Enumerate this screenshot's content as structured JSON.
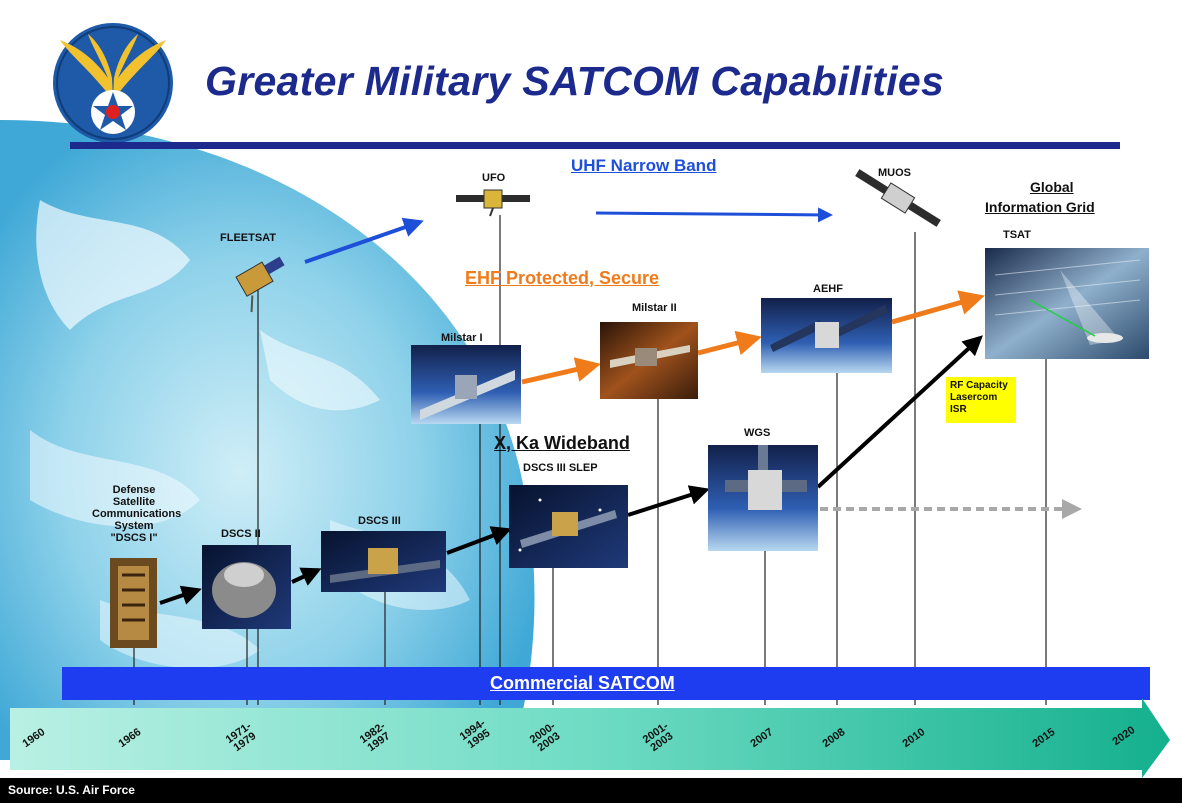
{
  "title": "Greater Military SATCOM Capabilities",
  "bands": {
    "uhf": "UHF Narrow Band",
    "ehf": "EHF Protected, Secure",
    "x_ka": "X, Ka Wideband",
    "commercial": "Commercial SATCOM",
    "gig_line1": "Global",
    "gig_line2": "Information Grid"
  },
  "satellites": {
    "ufo": "UFO",
    "fleetsat": "FLEETSAT",
    "muos": "MUOS",
    "tsat": "TSAT",
    "milstar1": "Milstar I",
    "milstar2": "Milstar II",
    "aehf": "AEHF",
    "dscs_slep": "DSCS III SLEP",
    "wgs": "WGS",
    "dscs1_line1": "Defense",
    "dscs1_line2": "Satellite",
    "dscs1_line3": "Communications",
    "dscs1_line4": "System",
    "dscs1_line5": "\"DSCS I\"",
    "dscs2": "DSCS II",
    "dscs3": "DSCS III"
  },
  "callout": {
    "line1": "RF Capacity",
    "line2": "Lasercom",
    "line3": "ISR"
  },
  "years": {
    "y1960": "1960",
    "y1966": "1966",
    "y1971": "1971-\n1979",
    "y1982": "1982-\n1997",
    "y1994": "1994-\n1995",
    "y2000": "2000-\n2003",
    "y2001": "2001-\n2003",
    "y2007": "2007",
    "y2008": "2008",
    "y2010": "2010",
    "y2015": "2015",
    "y2020": "2020"
  },
  "source": "Source: U.S. Air Force",
  "colors": {
    "title_blue": "#1b2a8c",
    "band_blue": "#1e4fd8",
    "ehf_orange": "#f07b1a",
    "timeline_teal": "#2fc2a0",
    "commercial_bar": "#1e3cf0",
    "callout_yellow": "#ffff00"
  }
}
